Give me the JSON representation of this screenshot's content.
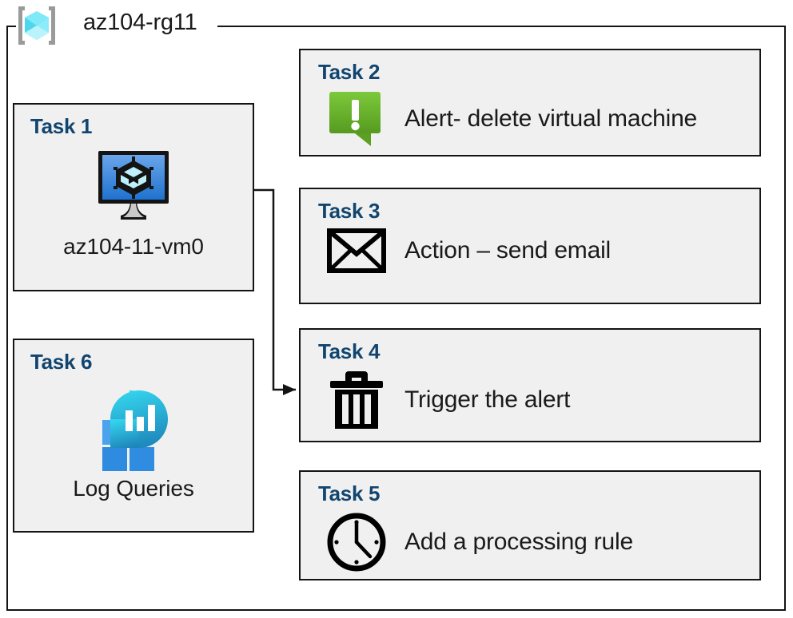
{
  "resource_group": {
    "name": "az104-rg11",
    "icon": "resource-group-cube-icon"
  },
  "diagram": {
    "type": "azure-resource-diagram",
    "container_fill": "#ffffff",
    "card_fill": "#f0f0f0",
    "card_border": "#141414",
    "title_color": "#11456f",
    "label_color": "#1a1a1a"
  },
  "cards": {
    "task1": {
      "title": "Task 1",
      "label": "az104-11-vm0",
      "icon": "virtual-machine-icon",
      "column": "left"
    },
    "task2": {
      "title": "Task 2",
      "label": "Alert- delete virtual machine",
      "icon": "alert-callout-icon",
      "icon_color": "#6fbe2e",
      "column": "right"
    },
    "task3": {
      "title": "Task 3",
      "label": "Action – send email",
      "icon": "envelope-icon",
      "icon_color": "#000000",
      "column": "right"
    },
    "task4": {
      "title": "Task 4",
      "label": "Trigger the alert",
      "icon": "trash-can-icon",
      "icon_color": "#000000",
      "column": "right"
    },
    "task5": {
      "title": "Task 5",
      "label": "Add a processing rule",
      "icon": "clock-icon",
      "icon_color": "#000000",
      "column": "right"
    },
    "task6": {
      "title": "Task 6",
      "label": "Log Queries",
      "icon": "log-analytics-icon",
      "column": "left"
    }
  },
  "connector": {
    "from": "task1",
    "to": "task4",
    "style": "orthogonal-arrow",
    "color": "#141414"
  }
}
